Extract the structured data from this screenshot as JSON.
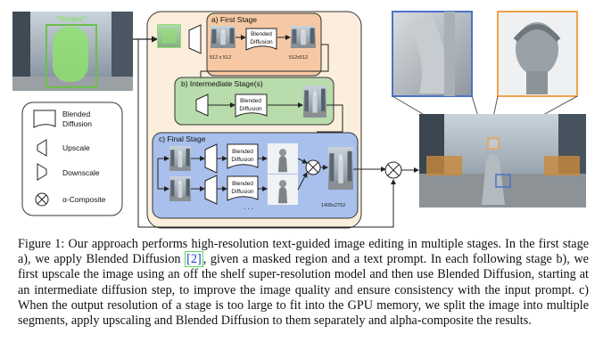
{
  "figure": {
    "mask_label": "\"Statue\"",
    "stage_a_label": "a) First Stage",
    "stage_b_label": "b) Intermediate Stage(s)",
    "stage_c_label": "c) Final Stage",
    "blended_line1": "Blended",
    "blended_line2": "Diffusion",
    "res_a_in": "512 x 512",
    "res_a_out": "512x512",
    "res_final": "1408x2752",
    "ellipsis": ". . .",
    "legend": {
      "blended_line1": "Blended",
      "blended_line2": "Diffusion",
      "upscale": "Upscale",
      "downscale": "Downscale",
      "composite": "α-Composite"
    },
    "colors": {
      "stage_a_fill": "#f6c9a4",
      "stage_b_fill": "#b9dcac",
      "stage_c_fill": "#a9c0ec",
      "outer_fill": "#fbeedd",
      "crop_left_border": "#4a73c9",
      "crop_right_border": "#f2a24a",
      "mask_border": "#6cc04a"
    }
  },
  "caption": {
    "part1": "Figure 1: Our approach performs high-resolution text-guided image editing in multiple stages. In the first stage a), we apply Blended Diffusion ",
    "ref": "[2]",
    "part2": ", given a masked region and a text prompt. In each following stage b), we first upscale the image using an off the shelf super-resolution model and then use Blended Diffusion, starting at an intermediate diffusion step, to improve the image quality and ensure consistency with the input prompt. c) When the output resolution of a stage is too large to fit into the GPU memory, we split the image into multiple segments, apply upscaling and Blended Diffusion to them separately and alpha-composite the results."
  }
}
